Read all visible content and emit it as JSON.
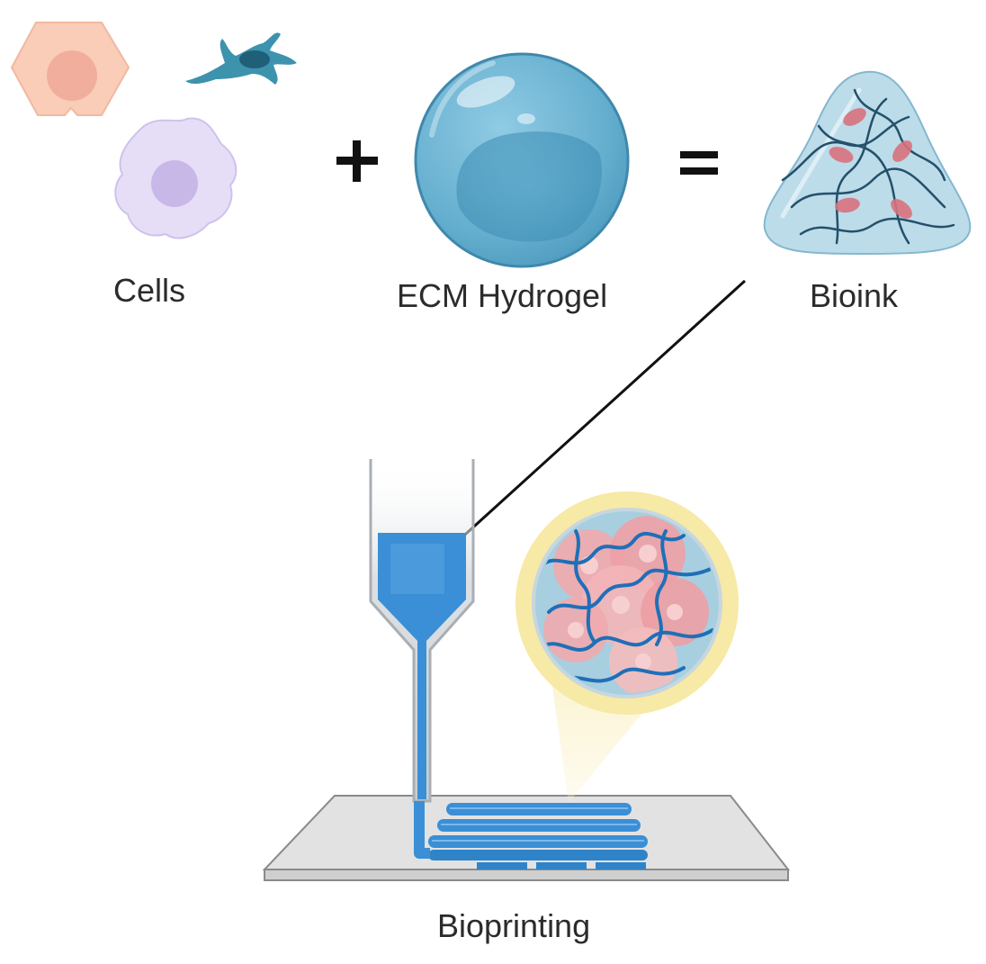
{
  "labels": {
    "cells": "Cells",
    "ecm_hydrogel": "ECM Hydrogel",
    "bioink": "Bioink",
    "bioprinting": "Bioprinting"
  },
  "operators": {
    "plus": "+",
    "equals": "="
  },
  "colors": {
    "epithelial_cell": "#f9cdb8",
    "epithelial_nucleus": "#f0a898",
    "fibroblast_cell": "#3d93ad",
    "fibroblast_nucleus": "#1f5f78",
    "macrophage_cell": "#e6def6",
    "macrophage_nucleus": "#c8b8e8",
    "hydrogel": "#6db3d1",
    "bioink_fiber": "#24506a",
    "bioink_cell": "#d9727f",
    "printed_ink": "#3a8fd6",
    "magnifier_ring": "#f7e9a6",
    "platform": "#dcdcdc"
  },
  "icons": [
    "epithelial-cell-icon",
    "fibroblast-cell-icon",
    "macrophage-cell-icon",
    "hydrogel-sphere-icon",
    "bioink-drop-icon",
    "syringe-nozzle-icon",
    "magnifier-icon",
    "print-bed-icon"
  ]
}
